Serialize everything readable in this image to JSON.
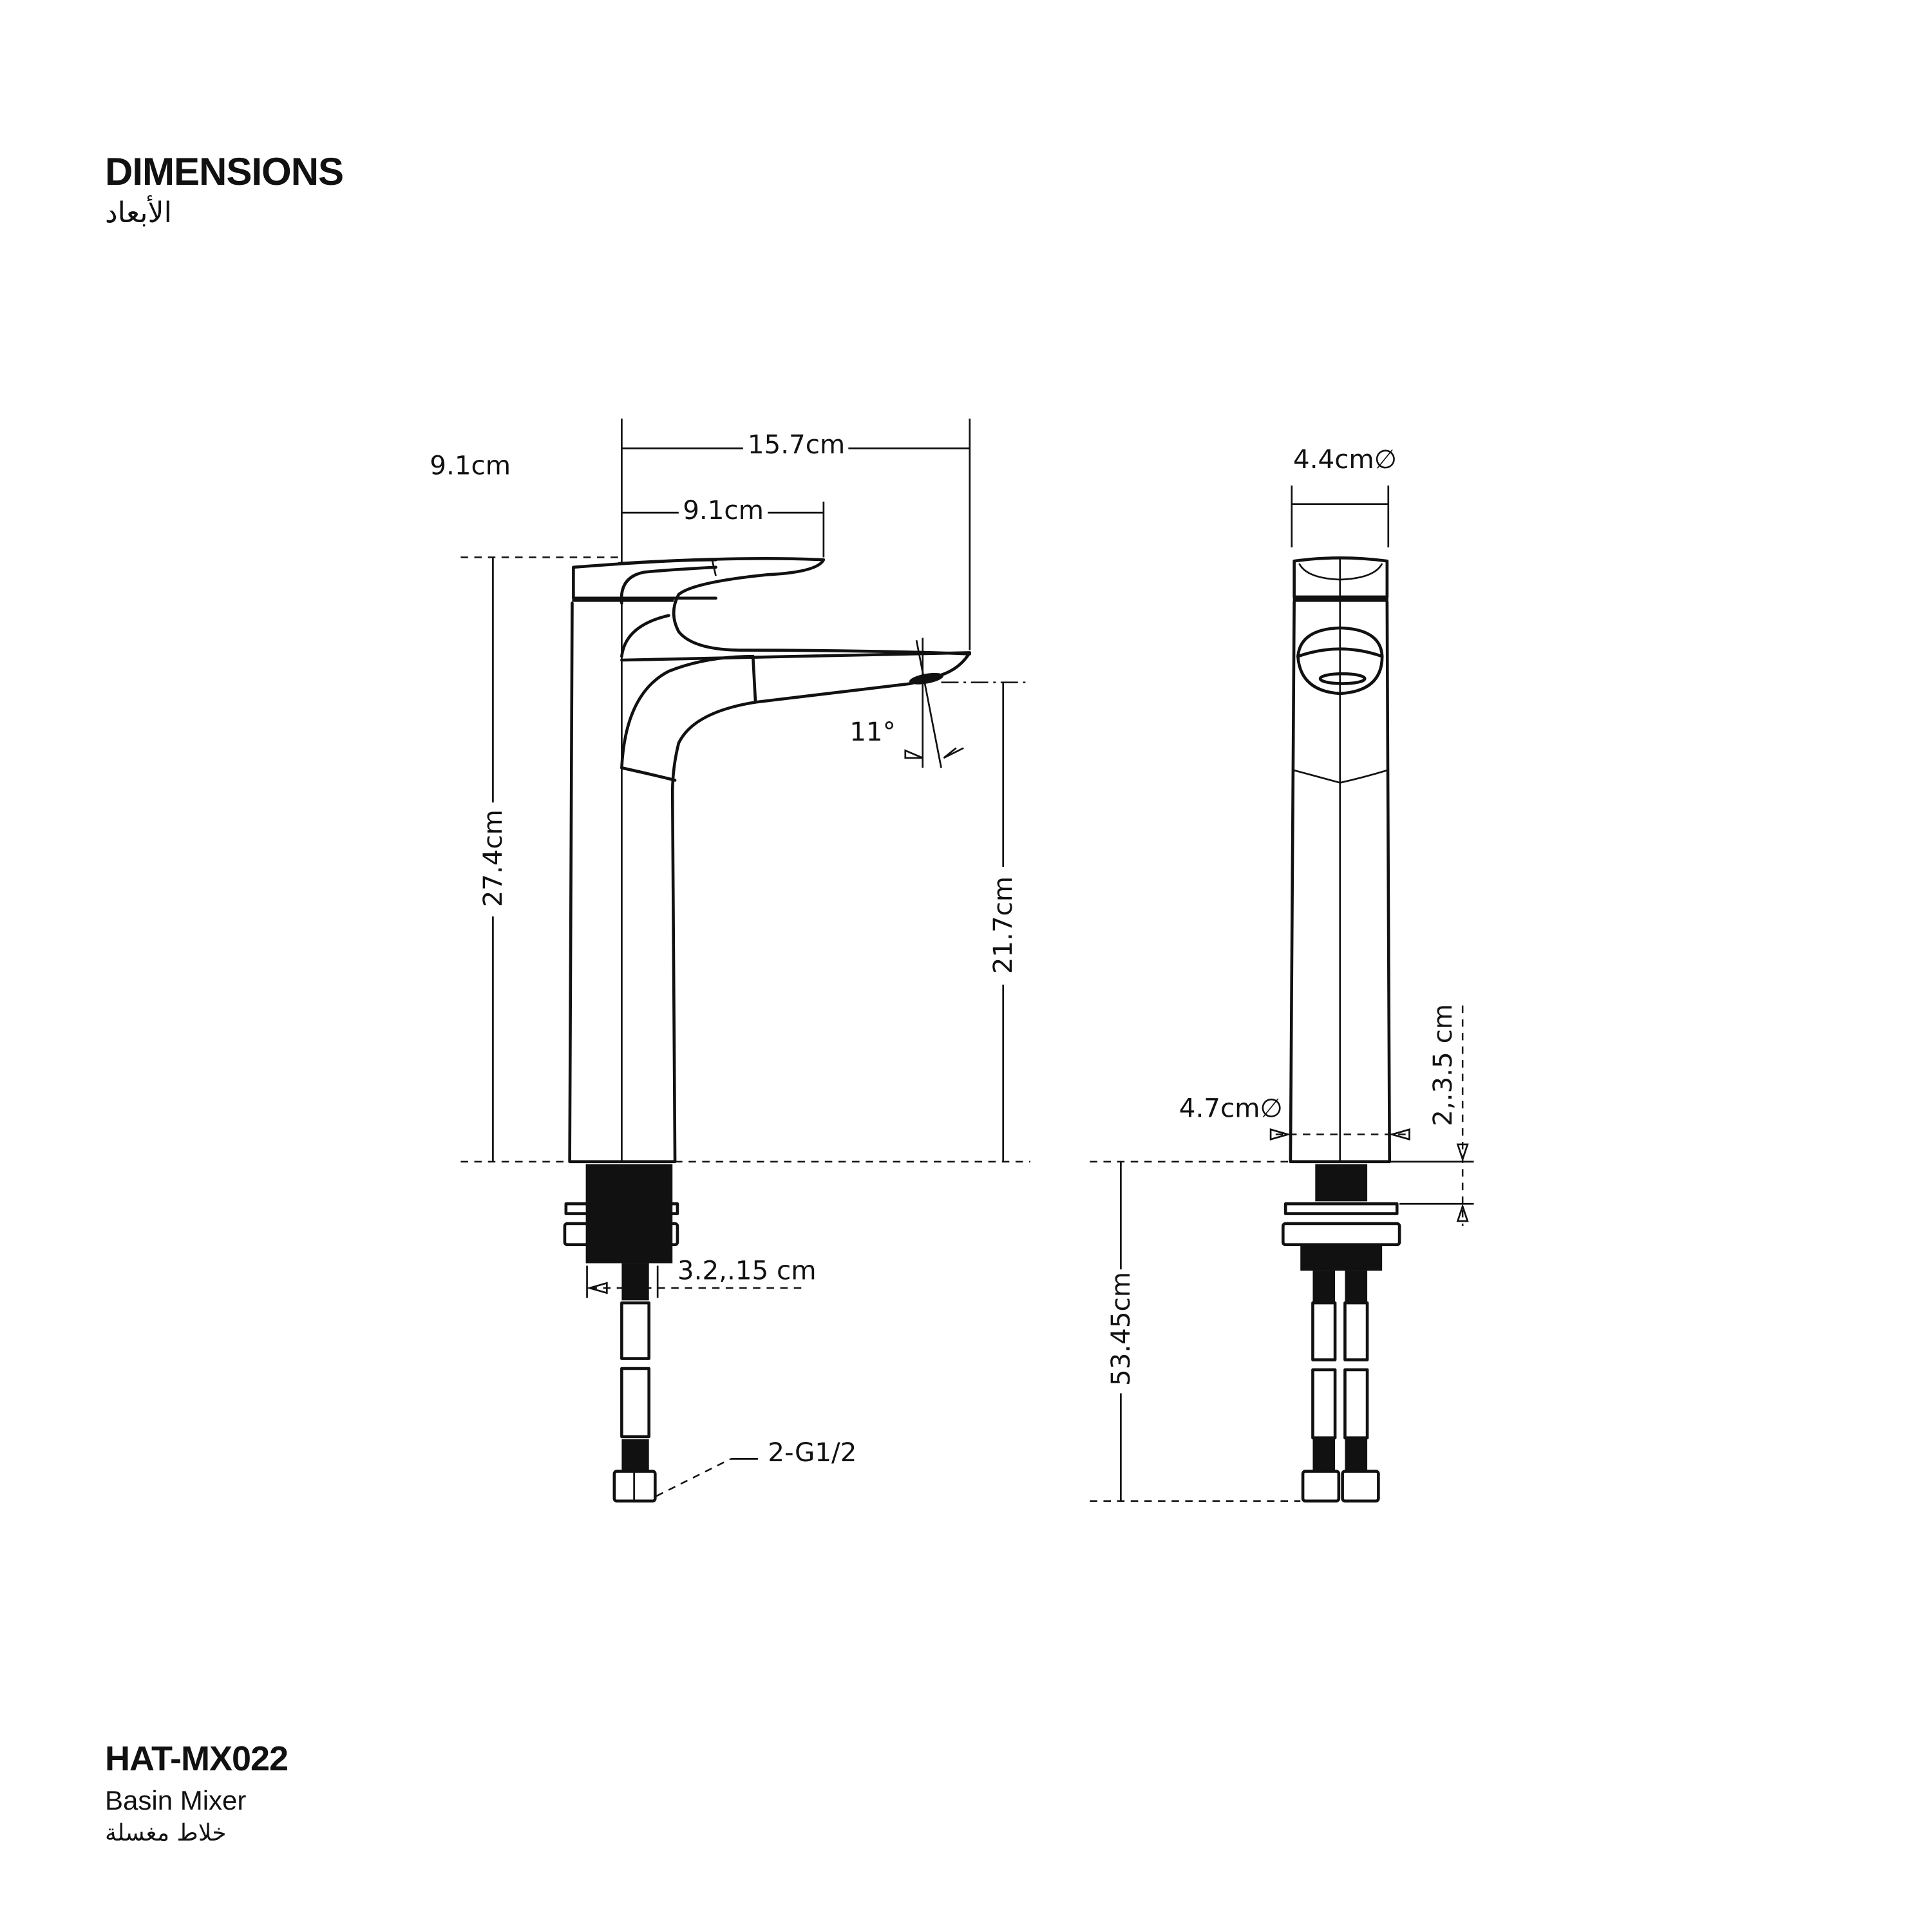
{
  "header": {
    "title": "DIMENSIONS",
    "title_ar": "الأبعاد"
  },
  "product": {
    "model": "HAT-MX022",
    "name": "Basin Mixer",
    "name_ar": "خلاط مغسلة"
  },
  "side_view": {
    "stray_label": "9.1cm",
    "overall_reach": "15.7cm",
    "handle_reach": "9.1cm",
    "total_height": "27.4cm",
    "spout_height": "21.7cm",
    "spout_angle": "11°",
    "thread_size": "3.2,.15 cm",
    "connection": "2-G1/2"
  },
  "front_view": {
    "head_diameter": "4.4cm∅",
    "base_diameter": "4.7cm∅",
    "deck_thickness": "2,.3.5 cm",
    "hose_length": "53.45cm"
  }
}
